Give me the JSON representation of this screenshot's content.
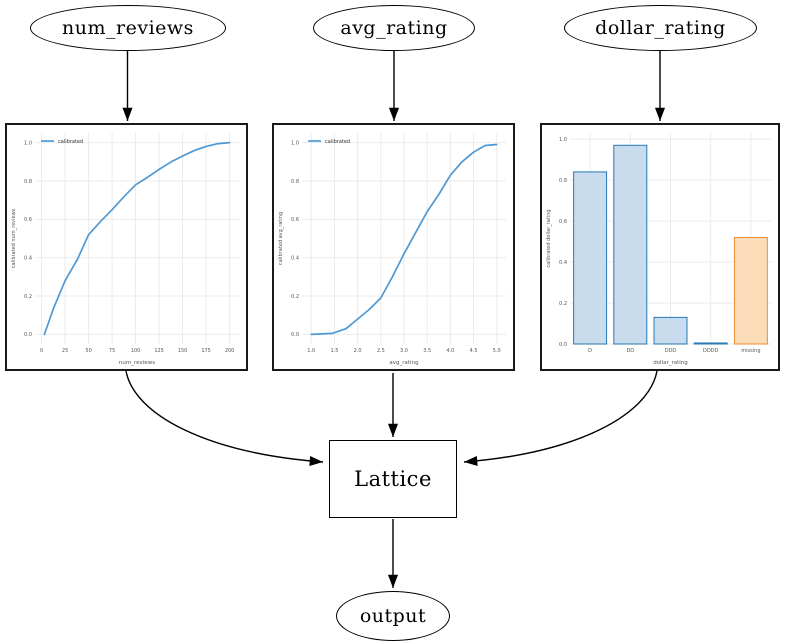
{
  "graph": {
    "nodes": {
      "num_reviews": {
        "label": "num_reviews",
        "shape": "ellipse"
      },
      "avg_rating": {
        "label": "avg_rating",
        "shape": "ellipse"
      },
      "dollar_rating": {
        "label": "dollar_rating",
        "shape": "ellipse"
      },
      "lattice": {
        "label": "Lattice",
        "shape": "box"
      },
      "output": {
        "label": "output",
        "shape": "ellipse"
      }
    },
    "edges": [
      {
        "from": "num_reviews",
        "to": "calibration-plot-num_reviews"
      },
      {
        "from": "avg_rating",
        "to": "calibration-plot-avg_rating"
      },
      {
        "from": "dollar_rating",
        "to": "calibration-plot-dollar_rating"
      },
      {
        "from": "calibration-plot-num_reviews",
        "to": "Lattice"
      },
      {
        "from": "calibration-plot-avg_rating",
        "to": "Lattice"
      },
      {
        "from": "calibration-plot-dollar_rating",
        "to": "Lattice"
      },
      {
        "from": "Lattice",
        "to": "output"
      }
    ]
  },
  "colors": {
    "line": "#4f98d3",
    "grid": "#ebebeb",
    "tick_text": "#555555",
    "legend_text": "#333333",
    "blue": {
      "fill": "#c9dcee",
      "edge": "#2677b4"
    },
    "orange": {
      "fill": "#fbdcb8",
      "edge": "#ef8c33"
    }
  },
  "chart_data": [
    {
      "type": "line",
      "title": "",
      "xlabel": "num_reviews",
      "ylabel": "calibrated num_reviews",
      "legend": [
        "calibrated"
      ],
      "legend_position": "upper left",
      "grid": true,
      "xlim": [
        -7,
        210
      ],
      "ylim": [
        -0.05,
        1.05
      ],
      "xticks": [
        0,
        25,
        50,
        75,
        100,
        125,
        150,
        175,
        200
      ],
      "xtick_labels": [
        "0",
        "25",
        "50",
        "75",
        "100",
        "125",
        "150",
        "175",
        "200"
      ],
      "yticks": [
        0.0,
        0.2,
        0.4,
        0.6,
        0.8,
        1.0
      ],
      "ytick_labels": [
        "0.0",
        "0.2",
        "0.4",
        "0.6",
        "0.8",
        "1.0"
      ],
      "series": [
        {
          "name": "calibrated",
          "x": [
            3,
            13,
            25,
            38,
            50,
            63,
            75,
            88,
            100,
            113,
            125,
            138,
            150,
            163,
            175,
            188,
            200
          ],
          "y": [
            0.0,
            0.14,
            0.28,
            0.39,
            0.52,
            0.59,
            0.65,
            0.72,
            0.78,
            0.82,
            0.86,
            0.9,
            0.93,
            0.96,
            0.98,
            0.995,
            1.0
          ]
        }
      ]
    },
    {
      "type": "line",
      "title": "",
      "xlabel": "avg_rating",
      "ylabel": "calibrated avg_rating",
      "legend": [
        "calibrated"
      ],
      "legend_position": "upper left",
      "grid": true,
      "xlim": [
        0.8,
        5.2
      ],
      "ylim": [
        -0.05,
        1.05
      ],
      "xticks": [
        1.0,
        1.5,
        2.0,
        2.5,
        3.0,
        3.5,
        4.0,
        4.5,
        5.0
      ],
      "xtick_labels": [
        "1.0",
        "1.5",
        "2.0",
        "2.5",
        "3.0",
        "3.5",
        "4.0",
        "4.5",
        "5.0"
      ],
      "yticks": [
        0.0,
        0.2,
        0.4,
        0.6,
        0.8,
        1.0
      ],
      "ytick_labels": [
        "0.0",
        "0.2",
        "0.4",
        "0.6",
        "0.8",
        "1.0"
      ],
      "series": [
        {
          "name": "calibrated",
          "x": [
            1.0,
            1.45,
            1.75,
            2.0,
            2.25,
            2.5,
            2.75,
            3.0,
            3.25,
            3.5,
            3.75,
            4.0,
            4.25,
            4.5,
            4.75,
            5.0
          ],
          "y": [
            0.0,
            0.005,
            0.03,
            0.08,
            0.13,
            0.19,
            0.3,
            0.42,
            0.53,
            0.64,
            0.73,
            0.83,
            0.9,
            0.95,
            0.985,
            0.99
          ]
        }
      ]
    },
    {
      "type": "bar",
      "title": "",
      "xlabel": "dollar_rating",
      "ylabel": "calibrated dollar_rating",
      "grid": true,
      "ylim": [
        0,
        1.03
      ],
      "yticks": [
        0.0,
        0.2,
        0.4,
        0.6,
        0.8,
        1.0
      ],
      "ytick_labels": [
        "0.0",
        "0.2",
        "0.4",
        "0.6",
        "0.8",
        "1.0"
      ],
      "categories": [
        "D",
        "DD",
        "DDD",
        "DDDD",
        "missing"
      ],
      "values": [
        0.84,
        0.97,
        0.13,
        0.005,
        0.52
      ],
      "bar_styles": [
        "blue",
        "blue",
        "blue",
        "blue",
        "orange"
      ]
    }
  ]
}
